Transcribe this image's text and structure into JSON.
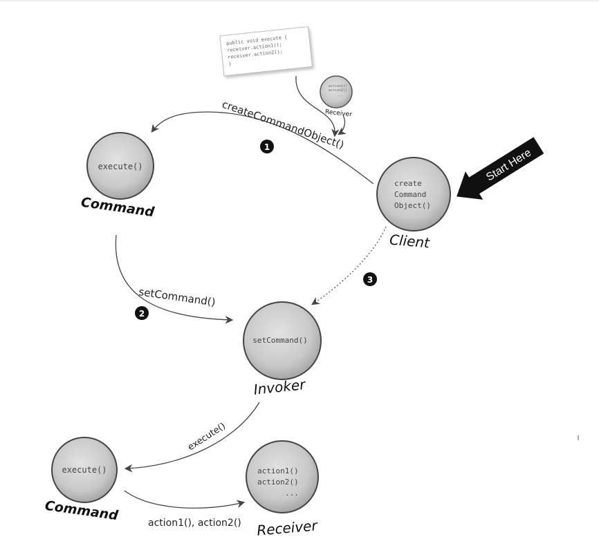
{
  "code_note": {
    "lines": [
      "public void execute {",
      "    receiver.action1();",
      "    receiver.action2();",
      "}"
    ]
  },
  "small_receiver": {
    "methods": [
      "action1()",
      "action2()",
      "..."
    ],
    "label": "Receiver"
  },
  "command_top": {
    "method": "execute()",
    "label": "Command"
  },
  "client": {
    "methods": [
      "create",
      "Command",
      "Object()"
    ],
    "label": "Client"
  },
  "start_here": "Start Here",
  "invoker": {
    "method": "setCommand()",
    "label": "Invoker"
  },
  "command_bottom": {
    "method": "execute()",
    "label": "Command"
  },
  "receiver_bottom": {
    "methods": [
      "action1()",
      "action2()",
      "..."
    ],
    "label": "Receiver"
  },
  "arrows": {
    "create_command_object": "createCommandObject()",
    "set_command": "setCommand()",
    "execute": "execute()",
    "actions": "action1(), action2()"
  },
  "steps": {
    "one": "1",
    "two": "2",
    "three": "3"
  }
}
